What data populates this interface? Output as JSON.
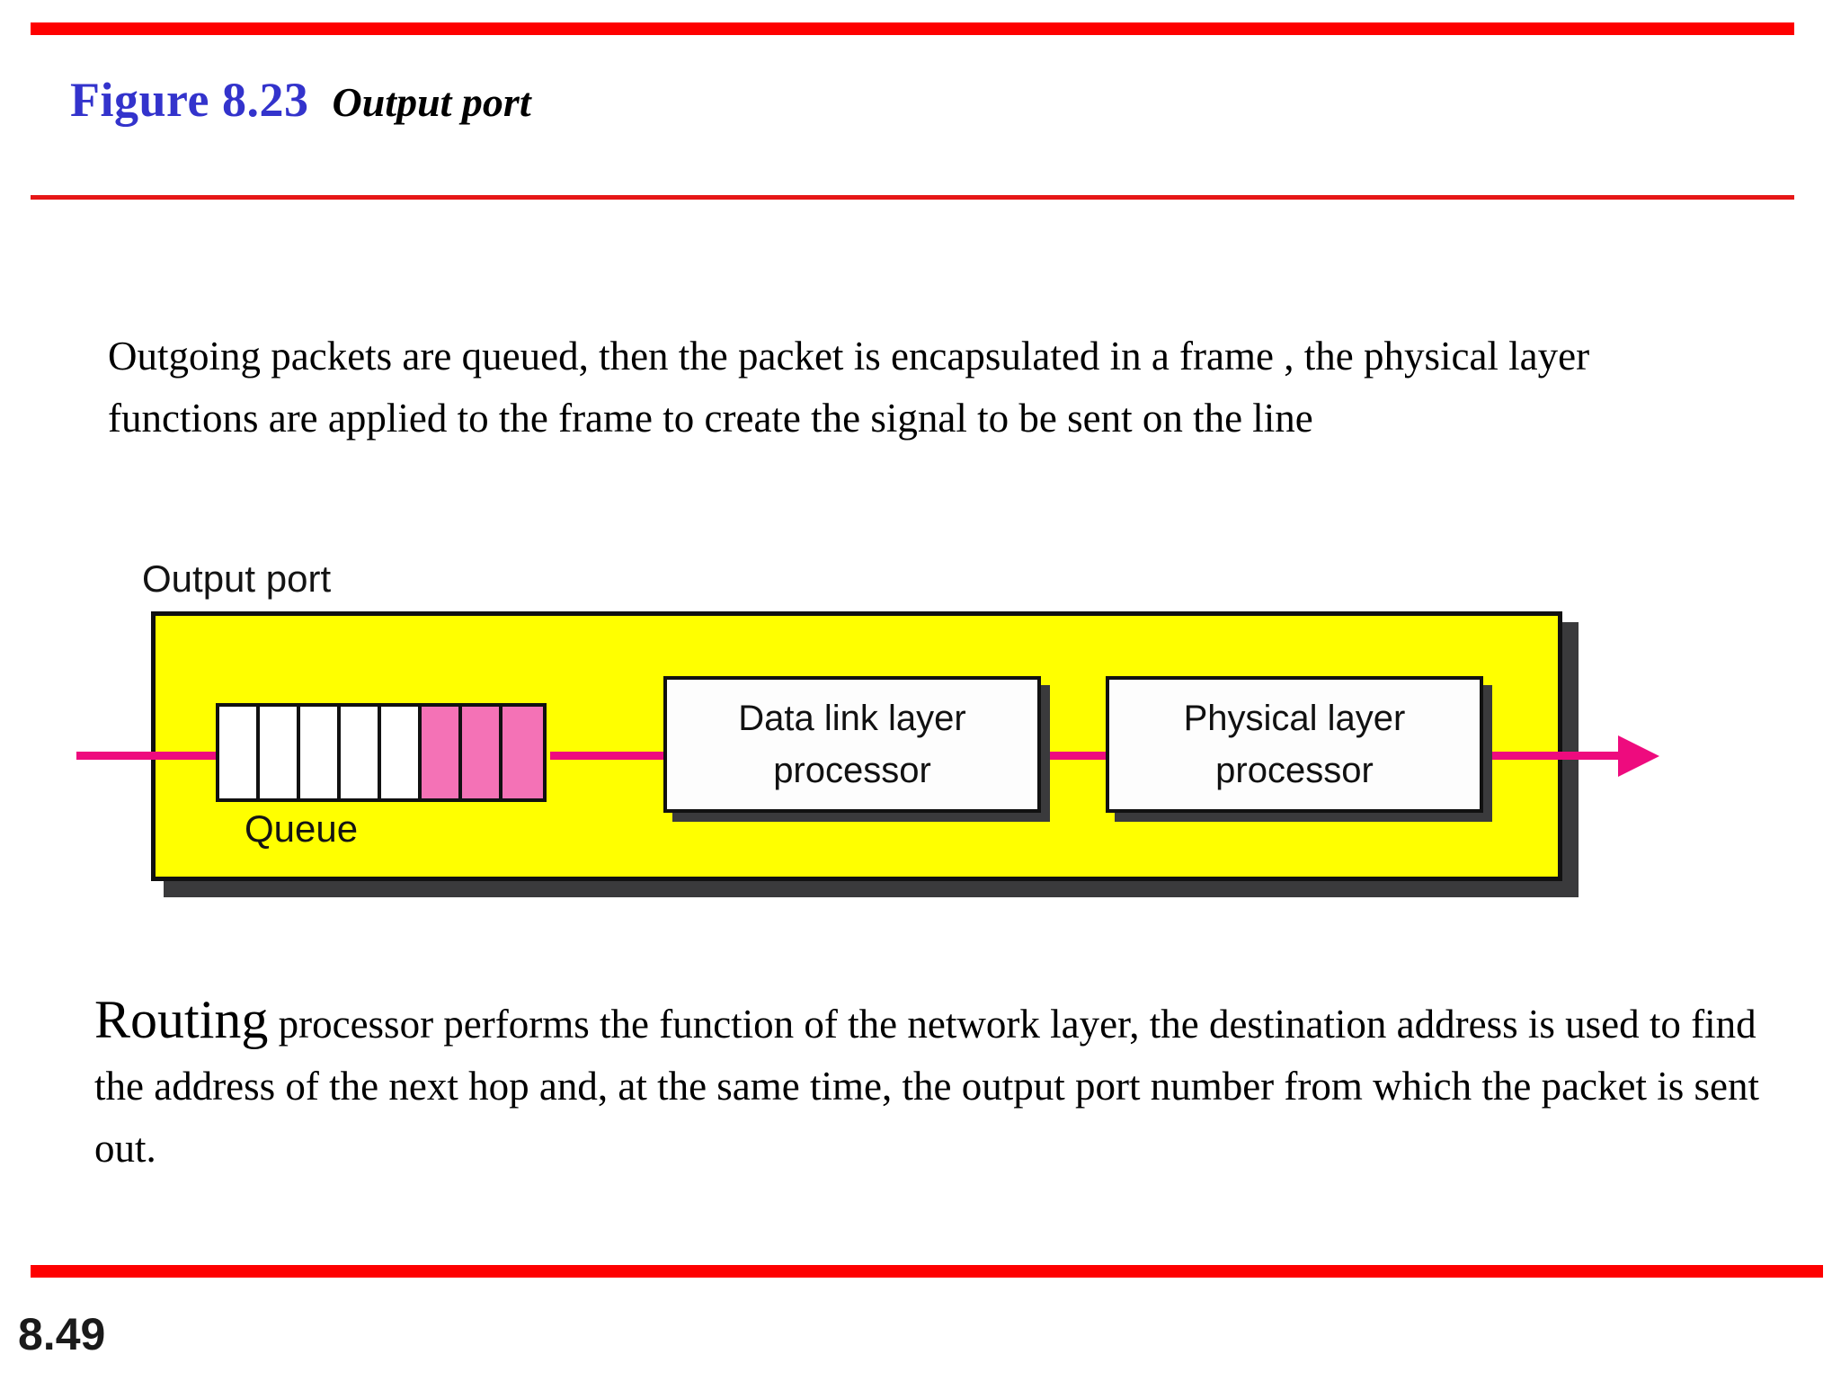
{
  "slide": {
    "page_number": "8.49",
    "accent_rule_color": "#fe0000",
    "title_color": "#3333cc"
  },
  "header": {
    "figure_label": "Figure 8.23",
    "figure_title": "Output port"
  },
  "content": {
    "intro_paragraph": "Outgoing packets are queued, then the packet is encapsulated in a frame , the physical layer functions are applied to the frame to create the signal to be sent on the line",
    "closing_lead": "Routing",
    "closing_paragraph": " processor performs the function of the network layer, the destination address is used to find the address of the next hop and, at the same time, the output port number from which the packet is sent out."
  },
  "diagram": {
    "caption": "Output port",
    "port_fill": "#ffff00",
    "flow_color": "#ee0b7e",
    "queue": {
      "label": "Queue",
      "cells": [
        {
          "state": "empty"
        },
        {
          "state": "empty"
        },
        {
          "state": "empty"
        },
        {
          "state": "empty"
        },
        {
          "state": "empty"
        },
        {
          "state": "full"
        },
        {
          "state": "full"
        },
        {
          "state": "full"
        }
      ],
      "empty_color": "#ffffff",
      "full_color": "#f472b6"
    },
    "processors": [
      {
        "line1": "Data link layer",
        "line2": "processor"
      },
      {
        "line1": "Physical layer",
        "line2": "processor"
      }
    ]
  }
}
